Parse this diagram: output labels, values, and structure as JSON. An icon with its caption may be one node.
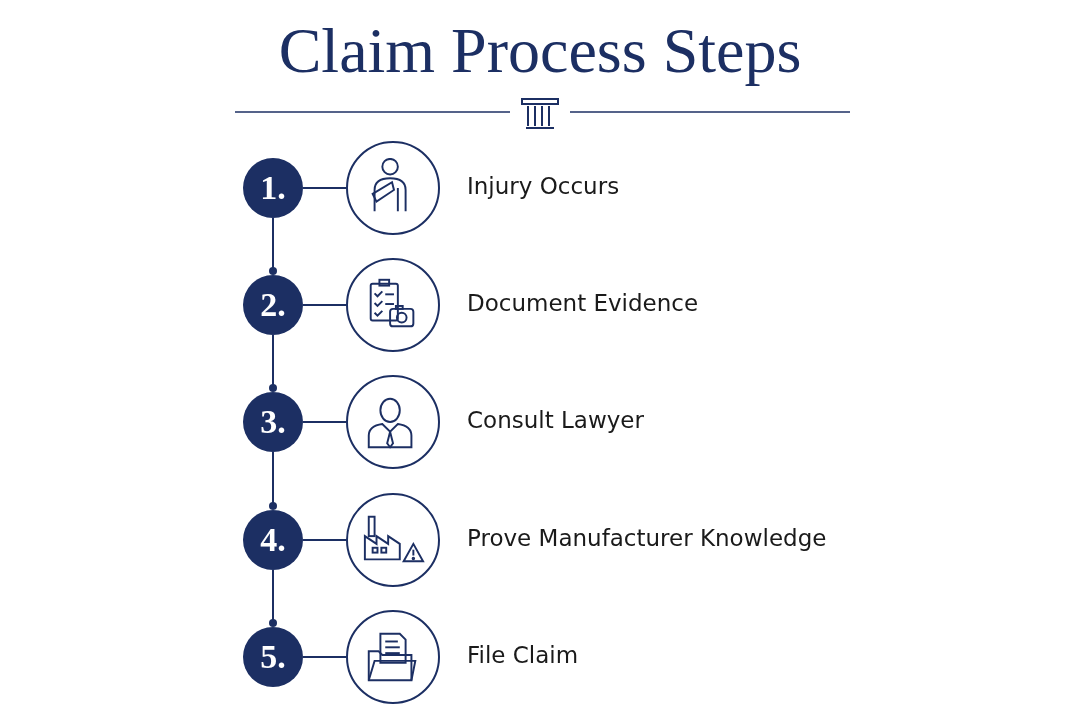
{
  "diagram": {
    "title": "Claim Process Steps",
    "nodes": [
      {
        "text": [
          "1."
        ]
      },
      {
        "text": [],
        "shape": "circle",
        "beside": [
          "Injury Occurs"
        ]
      },
      {
        "text": [
          "2."
        ]
      },
      {
        "text": [],
        "shape": "circle",
        "beside": [
          "Document Evidence"
        ]
      },
      {
        "text": [
          "3."
        ]
      },
      {
        "text": [],
        "shape": "circle",
        "beside": [
          "Consult Lawyer"
        ]
      },
      {
        "text": [
          "4."
        ]
      },
      {
        "text": [],
        "shape": "circle",
        "beside": [
          "Prove Manufacturer Knowledge"
        ]
      },
      {
        "text": [
          "5."
        ]
      },
      {
        "text": [],
        "shape": "circle",
        "beside": [
          "File Claim"
        ]
      }
    ],
    "edges": [
      {
        "from": 0,
        "to": 1,
        "arrow": "none"
      },
      {
        "from": 0,
        "to": 2,
        "arrow": "other"
      },
      {
        "from": 2,
        "to": 3,
        "arrow": "none"
      },
      {
        "from": 2,
        "to": 4,
        "arrow": "other"
      },
      {
        "from": 4,
        "to": 5,
        "arrow": "none"
      },
      {
        "from": 4,
        "to": 6,
        "arrow": "other"
      },
      {
        "from": 6,
        "to": 7,
        "arrow": "none"
      },
      {
        "from": 6,
        "to": 8,
        "arrow": "other"
      },
      {
        "from": 8,
        "to": 9,
        "arrow": "none"
      }
    ]
  }
}
